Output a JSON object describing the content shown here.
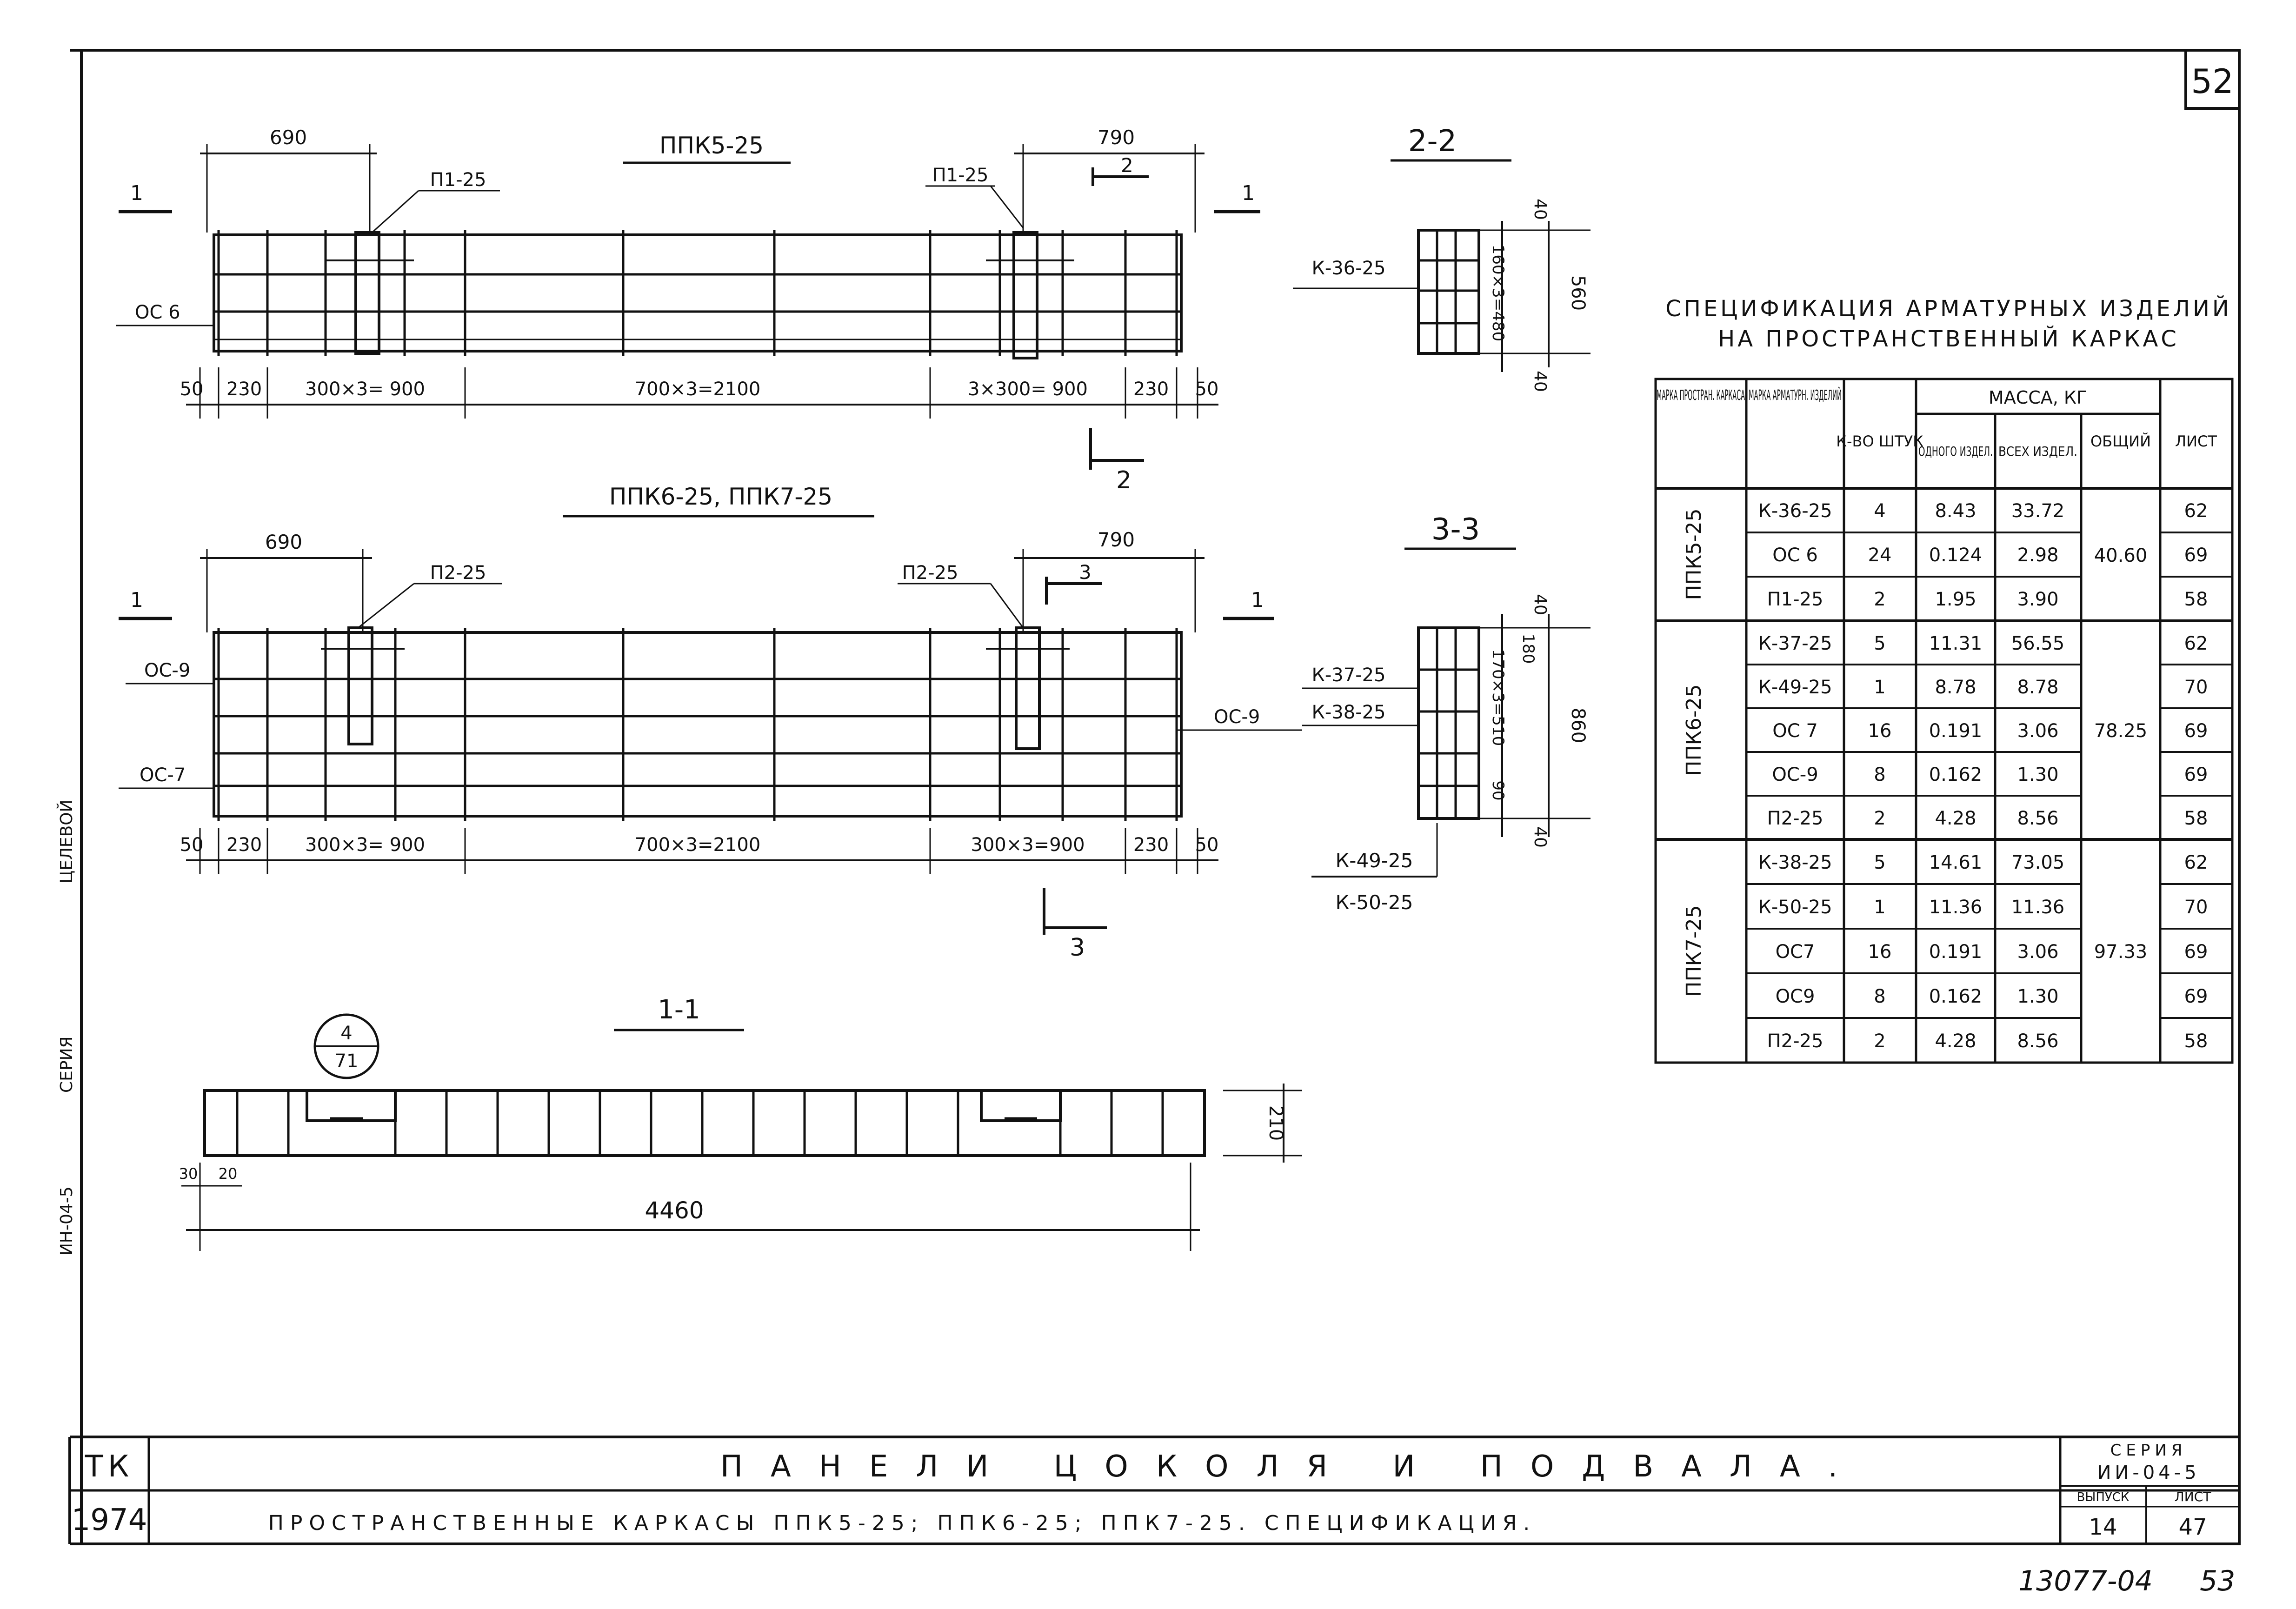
{
  "sheet": {
    "number": "52",
    "stamp_bottom": "13077-04",
    "stamp_page": "53",
    "side_labels": [
      "ЦЕЛЕВОЙ",
      "СЕРИЯ",
      "ИН-04-5"
    ]
  },
  "drawings": {
    "elevation_a": {
      "title": "ППК5-25",
      "dim_left": "690",
      "dim_right": "790",
      "label_left": "П1-25",
      "label_right": "П1-25",
      "label_os": "ОС 6",
      "section_left": "1",
      "section_right": "1",
      "section_mark": "2",
      "bottom_dims": [
        "50",
        "230",
        "300×3= 900",
        "700×3=2100",
        "3×300= 900",
        "230",
        "50"
      ]
    },
    "elevation_b": {
      "title": "ППК6-25, ППК7-25",
      "dim_left": "690",
      "dim_right": "790",
      "label_left": "П2-25",
      "label_right": "П2-25",
      "label_os_top": "ОС-9",
      "label_os_bottom": "ОС-7",
      "label_os_right": "ОС-9",
      "section_left": "1",
      "section_right": "1",
      "section_mark": "3",
      "bottom_dims": [
        "50",
        "230",
        "300×3= 900",
        "700×3=2100",
        "300×3=900",
        "230",
        "50"
      ]
    },
    "section_11": {
      "title": "1-1",
      "callout_top": "4",
      "callout_bottom": "71",
      "dim_height": "210",
      "dim_length": "4460",
      "dim_small_a": "30",
      "dim_small_b": "20"
    },
    "section_22": {
      "title": "2-2",
      "label": "К-36-25",
      "dim_top": "40",
      "dim_mid": "160×3=480",
      "dim_total": "560",
      "dim_bottom": "40"
    },
    "section_33": {
      "title": "3-3",
      "label_a": "К-37-25",
      "label_b": "К-38-25",
      "label_c": "К-49-25",
      "label_d": "К-50-25",
      "dim_top": "40",
      "dim_mid": "170×3=510",
      "dim_mid2": "180",
      "dim_low": "90",
      "dim_total": "860",
      "dim_bottom": "40"
    }
  },
  "spec_table": {
    "title_line1": "СПЕЦИФИКАЦИЯ АРМАТУРНЫХ ИЗДЕЛИЙ",
    "title_line2": "НА ПРОСТРАНСТВЕННЫЙ КАРКАС",
    "headers": {
      "col1": "МАРКА ПРОСТРАН. КАРКАСА",
      "col2": "МАРКА АРМАТУРН. ИЗДЕЛИЙ",
      "col3": "К-ВО ШТУК",
      "mass_group": "МАССА, КГ",
      "col4": "ОДНОГО ИЗДЕЛ.",
      "col5": "ВСЕХ ИЗДЕЛ.",
      "col6": "ОБЩИЙ",
      "col7": "ЛИСТ"
    },
    "groups": [
      {
        "name": "ППК5-25",
        "total": "40.60",
        "rows": [
          [
            "К-36-25",
            "4",
            "8.43",
            "33.72",
            "62"
          ],
          [
            "ОС 6",
            "24",
            "0.124",
            "2.98",
            "69"
          ],
          [
            "П1-25",
            "2",
            "1.95",
            "3.90",
            "58"
          ]
        ]
      },
      {
        "name": "ППК6-25",
        "total": "78.25",
        "rows": [
          [
            "К-37-25",
            "5",
            "11.31",
            "56.55",
            "62"
          ],
          [
            "К-49-25",
            "1",
            "8.78",
            "8.78",
            "70"
          ],
          [
            "ОС 7",
            "16",
            "0.191",
            "3.06",
            "69"
          ],
          [
            "ОС-9",
            "8",
            "0.162",
            "1.30",
            "69"
          ],
          [
            "П2-25",
            "2",
            "4.28",
            "8.56",
            "58"
          ]
        ]
      },
      {
        "name": "ППК7-25",
        "total": "97.33",
        "rows": [
          [
            "К-38-25",
            "5",
            "14.61",
            "73.05",
            "62"
          ],
          [
            "К-50-25",
            "1",
            "11.36",
            "11.36",
            "70"
          ],
          [
            "ОС7",
            "16",
            "0.191",
            "3.06",
            "69"
          ],
          [
            "ОС9",
            "8",
            "0.162",
            "1.30",
            "69"
          ],
          [
            "П2-25",
            "2",
            "4.28",
            "8.56",
            "58"
          ]
        ]
      }
    ]
  },
  "title_block": {
    "code": "ТК",
    "year": "1974",
    "main_title": "ПАНЕЛИ ЦОКОЛЯ И ПОДВАЛА.",
    "subtitle": "ПРОСТРАНСТВЕННЫЕ КАРКАСЫ ППК5-25; ППК6-25; ППК7-25. СПЕЦИФИКАЦИЯ.",
    "series_label": "СЕРИЯ",
    "series_value": "ИИ-04-5",
    "issue_label": "ВЫПУСК",
    "issue_value": "14",
    "sheet_label": "ЛИСТ",
    "sheet_value": "47"
  }
}
